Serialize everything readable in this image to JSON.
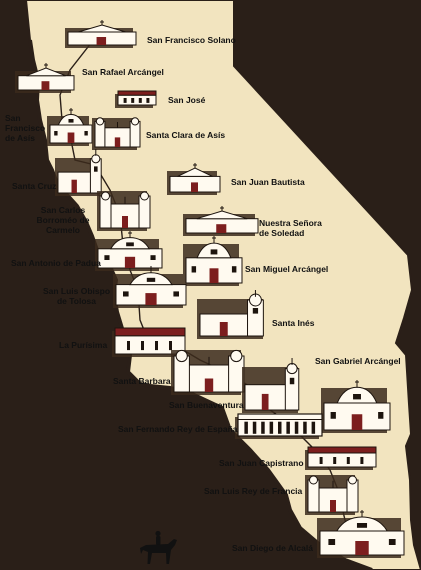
{
  "map": {
    "background_color": "#2a1f18",
    "land_color": "#f2e4bf",
    "coast_color": "#2a1f18",
    "route_color": "#2a1f18",
    "rider_icon": "horse-rider-icon"
  },
  "missions": [
    {
      "name": "San Francisco Solano"
    },
    {
      "name": "San Rafael Arcángel"
    },
    {
      "name": "San José"
    },
    {
      "name": "San Francisco de Asís"
    },
    {
      "name": "Santa Clara de Asís"
    },
    {
      "name": "Santa Cruz"
    },
    {
      "name": "San Juan Bautista"
    },
    {
      "name": "San Carlos Borroméo de Carmelo"
    },
    {
      "name": "Nuestra Señora de Soledad"
    },
    {
      "name": "San Antonio de Padua"
    },
    {
      "name": "San Miguel Arcángel"
    },
    {
      "name": "San Luis Obispo de Tolosa"
    },
    {
      "name": "Santa Inés"
    },
    {
      "name": "La Purísima"
    },
    {
      "name": "San Gabriel Arcángel"
    },
    {
      "name": "Santa Barbara"
    },
    {
      "name": "San Buenaventura"
    },
    {
      "name": "San Fernando Rey de España"
    },
    {
      "name": "San Juan Capistrano"
    },
    {
      "name": "San Luis Rey de Francia"
    },
    {
      "name": "San Diego de Alcalá"
    }
  ]
}
